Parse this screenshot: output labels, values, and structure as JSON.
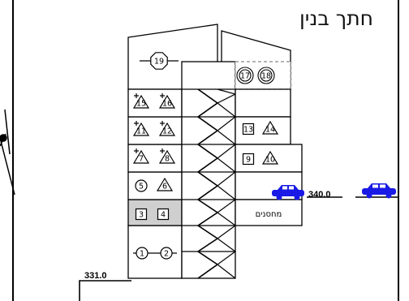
{
  "title": "חתך בנין",
  "colors": {
    "line": "#000000",
    "car": "#1a1ae6",
    "storage_fill": "#cfcfcf",
    "dashed": "#888888"
  },
  "levels": [
    {
      "label": "331.0"
    },
    {
      "label": "340.0"
    }
  ],
  "storage_label": "מחסנים",
  "units": {
    "u1": "1",
    "u2": "2",
    "u3": "3",
    "u4": "4",
    "u5": "5",
    "u6": "6",
    "u7": "7",
    "u8": "8",
    "u9": "9",
    "u10": "10",
    "u11": "11",
    "u12": "12",
    "u13": "13",
    "u14": "14",
    "u15": "15",
    "u16": "16",
    "u17": "17",
    "u18": "18",
    "u19": "19"
  },
  "icons": [
    "car-icon",
    "car-icon"
  ]
}
